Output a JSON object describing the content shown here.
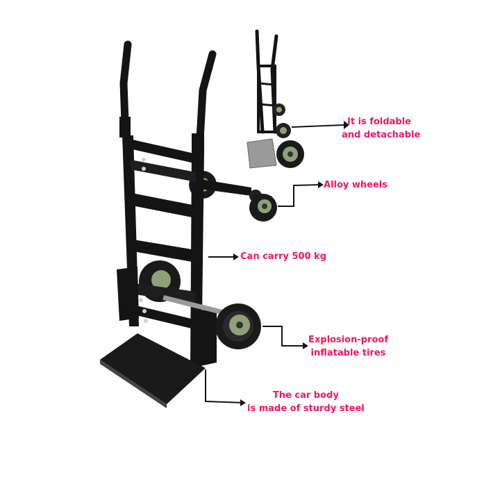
{
  "image": {
    "subject": "hand-truck-product-photo",
    "accent_color": "#f0185a",
    "frame_color": "#141414",
    "wheel_rim_color": "#8fa07a"
  },
  "callouts": {
    "foldable": {
      "line1": "It is foldable",
      "line2": "and detachable"
    },
    "alloy": {
      "line1": "Alloy wheels"
    },
    "capacity": {
      "line1": "Can carry 500 kg"
    },
    "tires": {
      "line1": "Explosion-proof",
      "line2": "inflatable tires"
    },
    "body": {
      "line1": "The car body",
      "line2": "is made of sturdy steel"
    }
  }
}
